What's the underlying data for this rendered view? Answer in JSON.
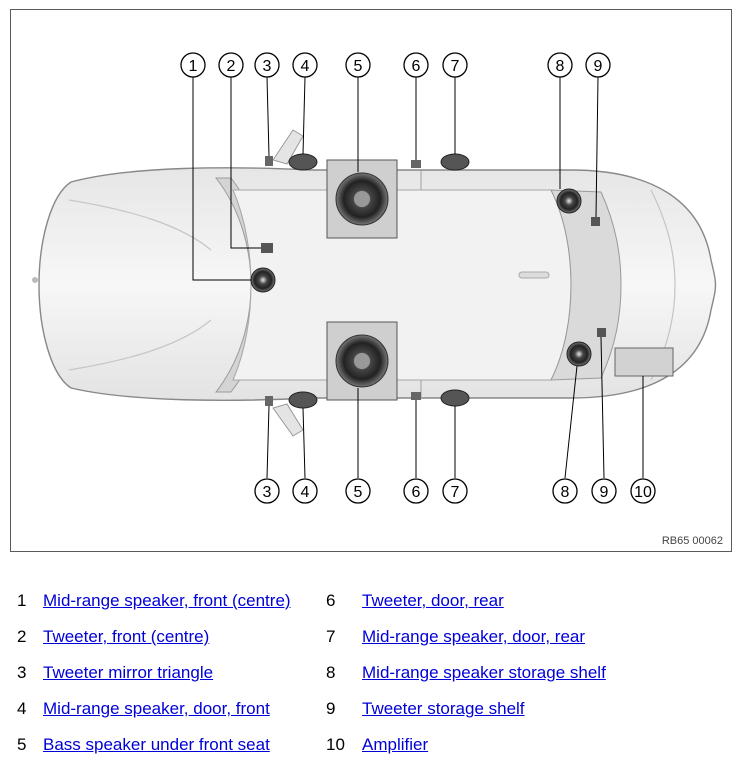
{
  "figure": {
    "ref_code": "RB65 00062",
    "callouts_top": [
      "1",
      "2",
      "3",
      "4",
      "5",
      "6",
      "7",
      "8",
      "9"
    ],
    "callouts_bottom": [
      "3",
      "4",
      "5",
      "6",
      "7",
      "8",
      "9",
      "10"
    ]
  },
  "legend": [
    {
      "num": "1",
      "text": "Mid-range speaker, front (centre)"
    },
    {
      "num": "2",
      "text": "Tweeter, front (centre)"
    },
    {
      "num": "3",
      "text": "Tweeter mirror triangle"
    },
    {
      "num": "4",
      "text": "Mid-range speaker, door, front"
    },
    {
      "num": "5",
      "text": "Bass speaker under front seat"
    },
    {
      "num": "6",
      "text": "Tweeter, door, rear"
    },
    {
      "num": "7",
      "text": "Mid-range speaker, door, rear"
    },
    {
      "num": "8",
      "text": "Mid-range speaker storage shelf"
    },
    {
      "num": "9",
      "text": "Tweeter storage shelf"
    },
    {
      "num": "10",
      "text": "Amplifier"
    }
  ]
}
